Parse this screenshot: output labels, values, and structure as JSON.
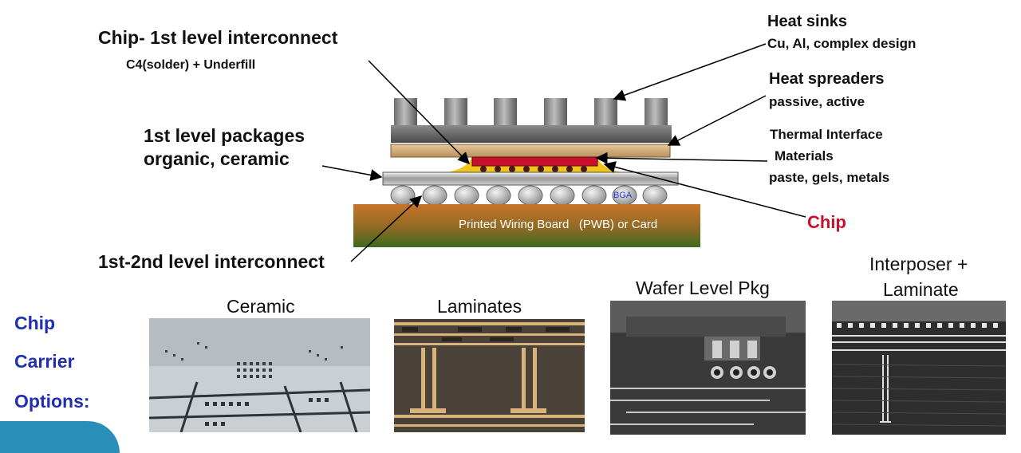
{
  "diagram": {
    "chip_interconnect_title": "Chip- 1st level interconnect",
    "chip_interconnect_sub": "C4(solder) + Underfill",
    "heat_sinks_title": "Heat sinks",
    "heat_sinks_sub": "Cu, Al, complex design",
    "heat_spreaders_title": "Heat spreaders",
    "heat_spreaders_sub": "passive, active",
    "tim_line1": "Thermal Interface",
    "tim_line2": "Materials",
    "tim_line3": "paste, gels, metals",
    "first_level_line1": "1st level packages",
    "first_level_line2": "organic, ceramic",
    "chip_label": "Chip",
    "bga_label": "BGA",
    "pwb_label": "Printed Wiring Board   (PWB) or Card",
    "second_level_label": "1st-2nd level interconnect"
  },
  "carrier": {
    "line1": "Chip",
    "line2": "Carrier",
    "line3": "Options:"
  },
  "photos": [
    {
      "caption": "Ceramic"
    },
    {
      "caption": "Laminates"
    },
    {
      "caption": "Wafer Level Pkg"
    },
    {
      "caption_line1": "Interposer +",
      "caption_line2": "Laminate"
    }
  ],
  "colors": {
    "chip_red": "#c8102e",
    "carrier_blue": "#1f2fb0",
    "pwb_orange": "#c8742a",
    "pwb_green": "#3d6b1e"
  }
}
